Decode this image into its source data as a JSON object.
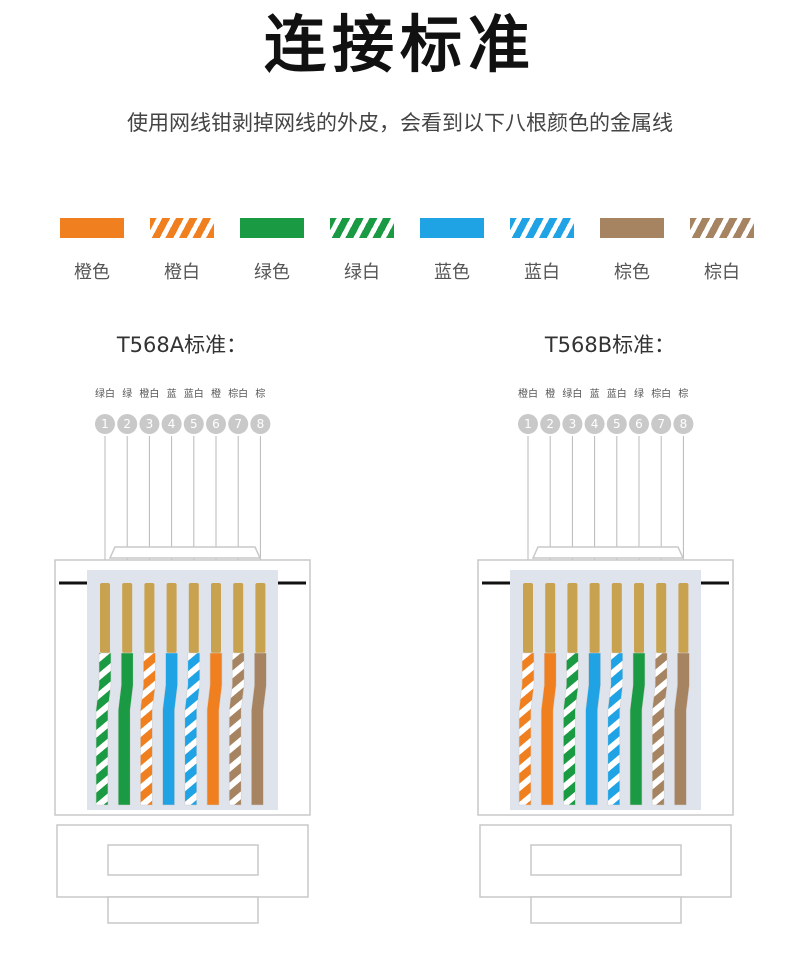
{
  "title": "连接标准",
  "subtitle": "使用网线钳剥掉网线的外皮，会看到以下八根颜色的金属线",
  "legend": [
    {
      "label": "橙色",
      "color": "#f07f1f",
      "striped": false
    },
    {
      "label": "橙白",
      "color": "#f07f1f",
      "striped": true
    },
    {
      "label": "绿色",
      "color": "#1a9b43",
      "striped": false
    },
    {
      "label": "绿白",
      "color": "#1a9b43",
      "striped": true
    },
    {
      "label": "蓝色",
      "color": "#1fa3e5",
      "striped": false
    },
    {
      "label": "蓝白",
      "color": "#1fa3e5",
      "striped": true
    },
    {
      "label": "棕色",
      "color": "#a68361",
      "striped": false
    },
    {
      "label": "棕白",
      "color": "#a68361",
      "striped": true
    }
  ],
  "standards": [
    {
      "title": "T568A标准：",
      "labels": [
        "绿白",
        "绿",
        "橙白",
        "蓝",
        "蓝白",
        "橙",
        "棕白",
        "棕"
      ],
      "wires": [
        {
          "color": "#1a9b43",
          "striped": true
        },
        {
          "color": "#1a9b43",
          "striped": false
        },
        {
          "color": "#f07f1f",
          "striped": true
        },
        {
          "color": "#1fa3e5",
          "striped": false
        },
        {
          "color": "#1fa3e5",
          "striped": true
        },
        {
          "color": "#f07f1f",
          "striped": false
        },
        {
          "color": "#a68361",
          "striped": true
        },
        {
          "color": "#a68361",
          "striped": false
        }
      ]
    },
    {
      "title": "T568B标准：",
      "labels": [
        "橙白",
        "橙",
        "绿白",
        "蓝",
        "蓝白",
        "绿",
        "棕白",
        "棕"
      ],
      "wires": [
        {
          "color": "#f07f1f",
          "striped": true
        },
        {
          "color": "#f07f1f",
          "striped": false
        },
        {
          "color": "#1a9b43",
          "striped": true
        },
        {
          "color": "#1fa3e5",
          "striped": false
        },
        {
          "color": "#1fa3e5",
          "striped": true
        },
        {
          "color": "#1a9b43",
          "striped": false
        },
        {
          "color": "#a68361",
          "striped": true
        },
        {
          "color": "#a68361",
          "striped": false
        }
      ]
    }
  ],
  "pin_numbers": [
    "1",
    "2",
    "3",
    "4",
    "5",
    "6",
    "7",
    "8"
  ],
  "colors": {
    "gold_contact": "#c9a24f",
    "plug_body": "#dfe3ec",
    "outline": "#c8c8c8",
    "pin_circle": "#c9c9c9"
  }
}
